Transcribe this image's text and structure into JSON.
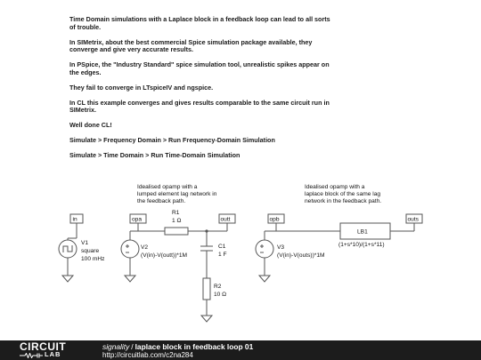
{
  "notes": [
    "Time Domain simulations with a Laplace block in a feedback loop can lead to all sorts of trouble.",
    "In SIMetrix, about the best commercial Spice simulation package available, they converge and give very accurate results.",
    "In PSpice, the \"Industry Standard\" spice simulation tool, unrealistic spikes appear on the edges.",
    "They fail to converge in LTspiceIV and ngspice.",
    "In CL this example converges and gives results comparable to the same circuit run in SIMetrix.",
    "Well done CL!",
    "Simulate > Frequency Domain > Run Frequency-Domain Simulation",
    "Simulate > Time Domain > Run Time-Domain Simulation"
  ],
  "annotations": {
    "left": [
      "Idealised opamp with a",
      "lumped element lag network in",
      "the feedback path."
    ],
    "right": [
      "Idealised opamp with a",
      "laplace block of the same lag",
      "network in the feedback path."
    ]
  },
  "nodes": {
    "in": "in",
    "opa": "opa",
    "outt": "outt",
    "opb": "opb",
    "outs": "outs"
  },
  "components": {
    "v1": {
      "name": "V1",
      "line1": "square",
      "line2": "100 mHz"
    },
    "v2": {
      "name": "V2",
      "value": "(V(in)-V(outt))*1M"
    },
    "r1": {
      "name": "R1",
      "value": "1 Ω"
    },
    "c1": {
      "name": "C1",
      "value": "1 F"
    },
    "r2": {
      "name": "R2",
      "value": "10 Ω"
    },
    "v3": {
      "name": "V3",
      "value": "(V(in)-V(outs))*1M"
    },
    "lb1": {
      "name": "LB1",
      "value": "(1+s*10)/(1+s*11)"
    }
  },
  "footer": {
    "logo_top": "CIRCUIT",
    "logo_bottom": "LAB",
    "user": "signality",
    "separator": "/",
    "title": "laplace block in feedback loop 01",
    "url": "http://circuitlab.com/c2na284"
  },
  "colors": {
    "footer_bg": "#1c1c1c",
    "wire": "#555555",
    "text": "#111111"
  }
}
